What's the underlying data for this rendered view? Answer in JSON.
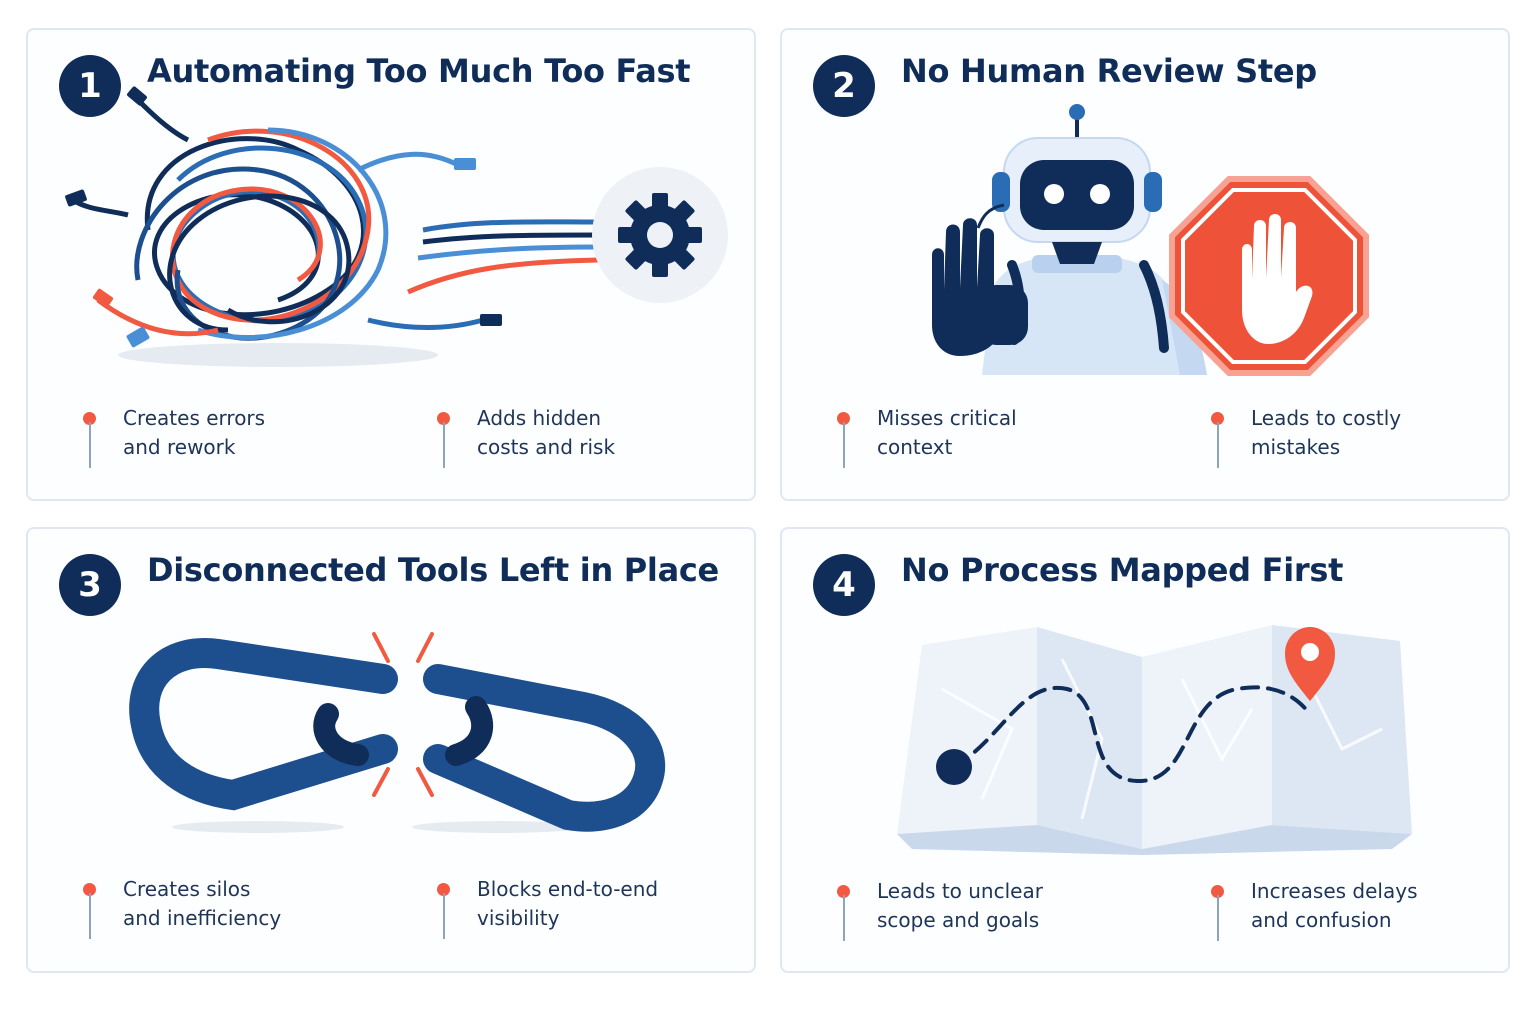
{
  "cards": [
    {
      "number": "1",
      "title": "Automating Too Much Too Fast",
      "bullets": [
        {
          "line1": "Creates errors",
          "line2": "and rework"
        },
        {
          "line1": "Adds hidden",
          "line2": "costs and risk"
        }
      ]
    },
    {
      "number": "2",
      "title": "No Human Review Step",
      "bullets": [
        {
          "line1": "Misses critical",
          "line2": "context"
        },
        {
          "line1": "Leads to costly",
          "line2": "mistakes"
        }
      ]
    },
    {
      "number": "3",
      "title": "Disconnected Tools Left in Place",
      "bullets": [
        {
          "line1": "Creates silos",
          "line2": "and inefficiency"
        },
        {
          "line1": "Blocks end-to-end",
          "line2": "visibility"
        }
      ]
    },
    {
      "number": "4",
      "title": "No Process Mapped First",
      "bullets": [
        {
          "line1": "Leads to unclear",
          "line2": "scope and goals"
        },
        {
          "line1": "Increases delays",
          "line2": "and confusion"
        }
      ]
    }
  ],
  "colors": {
    "navy": "#0f2d58",
    "blue": "#2a6db5",
    "accent": "#f15a40",
    "light": "#e8eef6"
  },
  "icons": [
    "tangled-cables-icon",
    "gear-icon",
    "robot-icon",
    "stop-hand-icon",
    "broken-chain-icon",
    "map-route-icon",
    "location-pin-icon"
  ]
}
